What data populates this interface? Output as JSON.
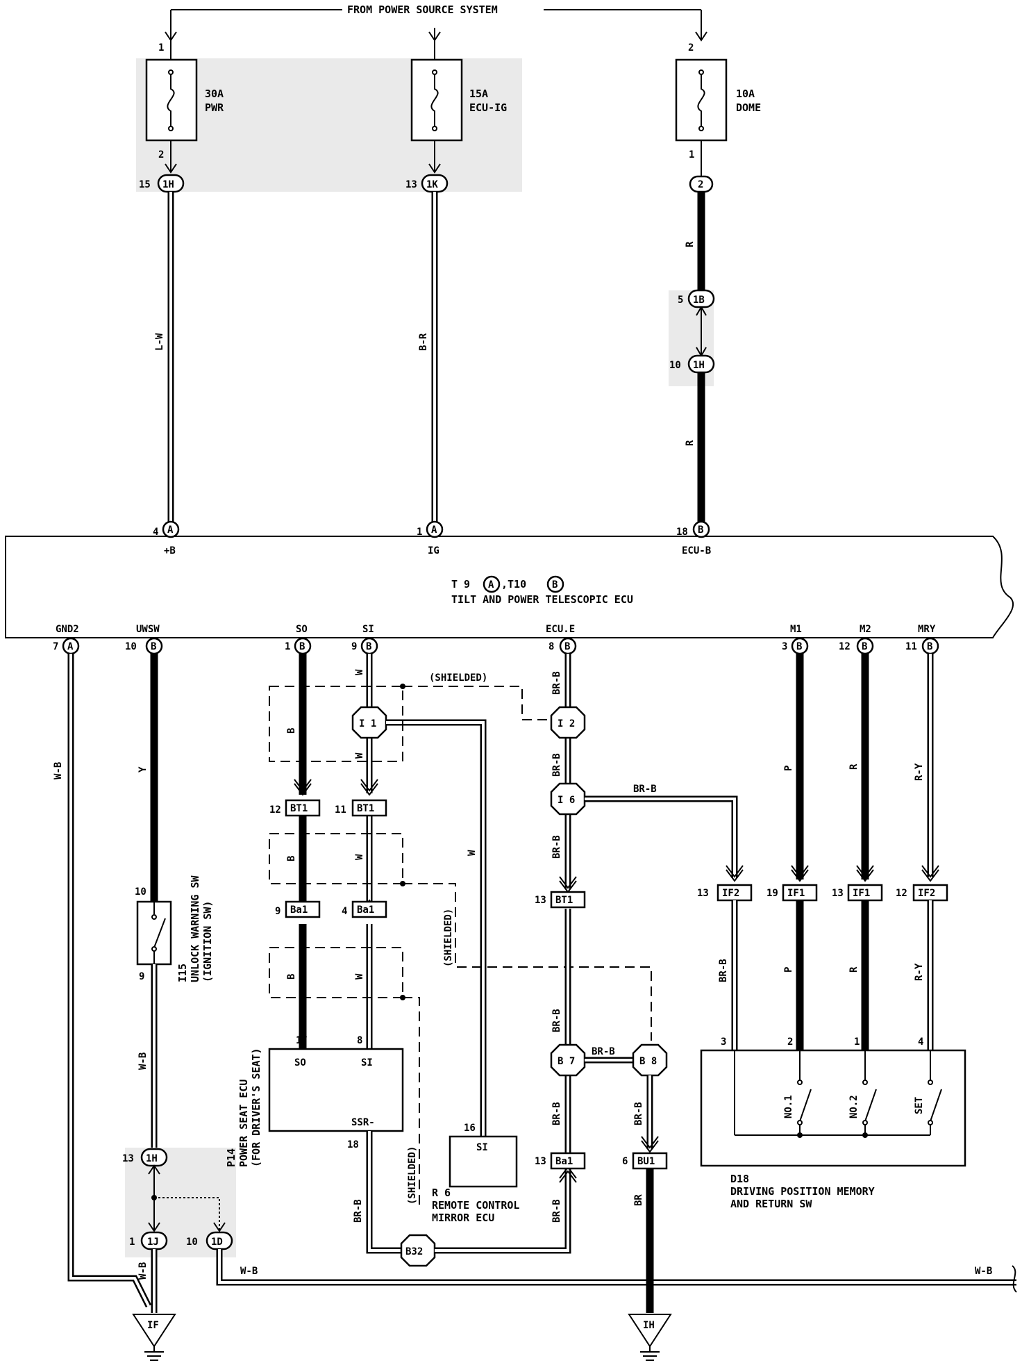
{
  "power_source": {
    "label": "FROM POWER SOURCE SYSTEM"
  },
  "fuses": [
    {
      "rating": "30A",
      "name": "PWR",
      "pin_top": "1",
      "pin_bottom": "2"
    },
    {
      "rating": "15A",
      "name": "ECU-IG"
    },
    {
      "rating": "10A",
      "name": "DOME",
      "pin_top": "2",
      "pin_bottom": "1"
    }
  ],
  "junctions": {
    "j1h_top": {
      "id": "1H",
      "pin": "15"
    },
    "j1k": {
      "id": "1K",
      "pin": "13"
    },
    "j2": {
      "id": "2"
    },
    "j1b": {
      "id": "1B",
      "pin": "5"
    },
    "j1h_mid": {
      "id": "1H",
      "pin": "10"
    },
    "j1h_bot": {
      "id": "1H",
      "pin": "13"
    },
    "j1j": {
      "id": "1J",
      "pin": "1"
    },
    "j1d": {
      "id": "1D",
      "pin": "10"
    }
  },
  "wires": {
    "lw": "L-W",
    "br": "B-R",
    "r": "R",
    "wb": "W-B",
    "y": "Y",
    "b": "B",
    "w": "W",
    "brb": "BR-B",
    "p": "P",
    "ry": "R-Y",
    "brw": "BR"
  },
  "main_ecu": {
    "title_line1_a": "T 9",
    "title_line1_b": ",T10",
    "title_line2": "TILT AND POWER TELESCOPIC ECU",
    "conn_a": "A",
    "conn_b": "B",
    "top_pins": [
      {
        "name": "+B",
        "pin": "4",
        "conn": "A"
      },
      {
        "name": "IG",
        "pin": "1",
        "conn": "A"
      },
      {
        "name": "ECU-B",
        "pin": "18",
        "conn": "B"
      }
    ],
    "bottom_pins": [
      {
        "name": "GND2",
        "pin": "7",
        "conn": "A"
      },
      {
        "name": "UWSW",
        "pin": "10",
        "conn": "B"
      },
      {
        "name": "SO",
        "pin": "1",
        "conn": "B"
      },
      {
        "name": "SI",
        "pin": "9",
        "conn": "B"
      },
      {
        "name": "ECU.E",
        "pin": "8",
        "conn": "B"
      },
      {
        "name": "M1",
        "pin": "3",
        "conn": "B"
      },
      {
        "name": "M2",
        "pin": "12",
        "conn": "B"
      },
      {
        "name": "MRY",
        "pin": "11",
        "conn": "B"
      }
    ]
  },
  "shielded": "(SHIELDED)",
  "splices": {
    "i1": "I 1",
    "i2": "I 2",
    "i6": "I 6",
    "b7": "B 7",
    "b8": "B 8",
    "b32": "B32"
  },
  "connectors": {
    "bt1_so": {
      "id": "BT1",
      "pin": "12"
    },
    "bt1_si": {
      "id": "BT1",
      "pin": "11"
    },
    "ba1_so": {
      "id": "Ba1",
      "pin": "9"
    },
    "ba1_si": {
      "id": "Ba1",
      "pin": "4"
    },
    "bt1_e": {
      "id": "BT1",
      "pin": "13"
    },
    "ba1_e": {
      "id": "Ba1",
      "pin": "13"
    },
    "bu1": {
      "id": "BU1",
      "pin": "6"
    },
    "if2_a": {
      "id": "IF2",
      "pin": "13"
    },
    "if1_a": {
      "id": "IF1",
      "pin": "19"
    },
    "if1_b": {
      "id": "IF1",
      "pin": "13"
    },
    "if2_b": {
      "id": "IF2",
      "pin": "12"
    }
  },
  "unlock_sw": {
    "pin_top": "10",
    "pin_bottom": "9",
    "id": "I15",
    "line1": "UNLOCK WARNING SW",
    "line2": "(IGNITION SW)"
  },
  "seat_ecu": {
    "so": "SO",
    "si": "SI",
    "ssr": "SSR-",
    "pin_so": "17",
    "pin_si": "8",
    "pin_ssr": "18",
    "id": "P14",
    "line1": "POWER SEAT ECU",
    "line2": "(FOR DRIVER'S SEAT)"
  },
  "mirror_ecu": {
    "si": "SI",
    "pin": "16",
    "id": "R 6",
    "line1": "REMOTE CONTROL",
    "line2": "MIRROR ECU"
  },
  "memory_sw": {
    "pins": [
      "3",
      "2",
      "1",
      "4"
    ],
    "switches": [
      "NO.1",
      "NO.2",
      "SET"
    ],
    "id": "D18",
    "line1": "DRIVING POSITION MEMORY",
    "line2": "AND RETURN SW"
  },
  "grounds": {
    "if": "IF",
    "ih": "IH"
  }
}
